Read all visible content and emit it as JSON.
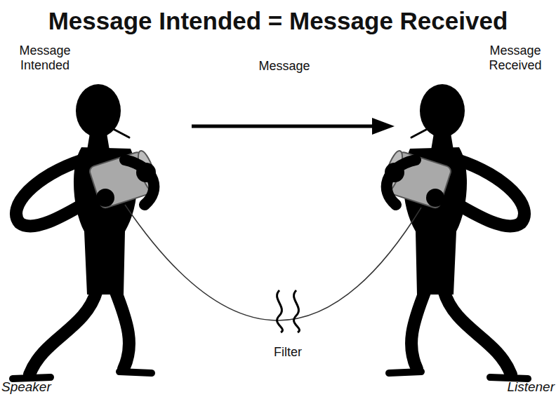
{
  "diagram": {
    "title": "Message Intended = Message Received",
    "labels": [
      "Message Intended",
      "Message",
      "Message Received",
      "Filter",
      "Speaker",
      "Listener"
    ]
  }
}
